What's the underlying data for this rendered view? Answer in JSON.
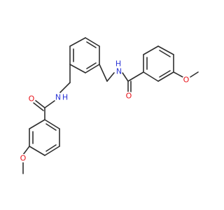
{
  "molecule": {
    "atom_labels": {
      "o_left_carbonyl": "O",
      "n_left_amide": "N",
      "h_left_amide": "H",
      "o_left_methoxy": "O",
      "n_right_amide": "N",
      "h_right_amide": "H",
      "o_right_carbonyl": "O",
      "o_right_methoxy": "O"
    },
    "colors": {
      "bond": "#2f2f2f",
      "oxygen": "#e8141b",
      "nitrogen": "#2b35d6"
    }
  }
}
